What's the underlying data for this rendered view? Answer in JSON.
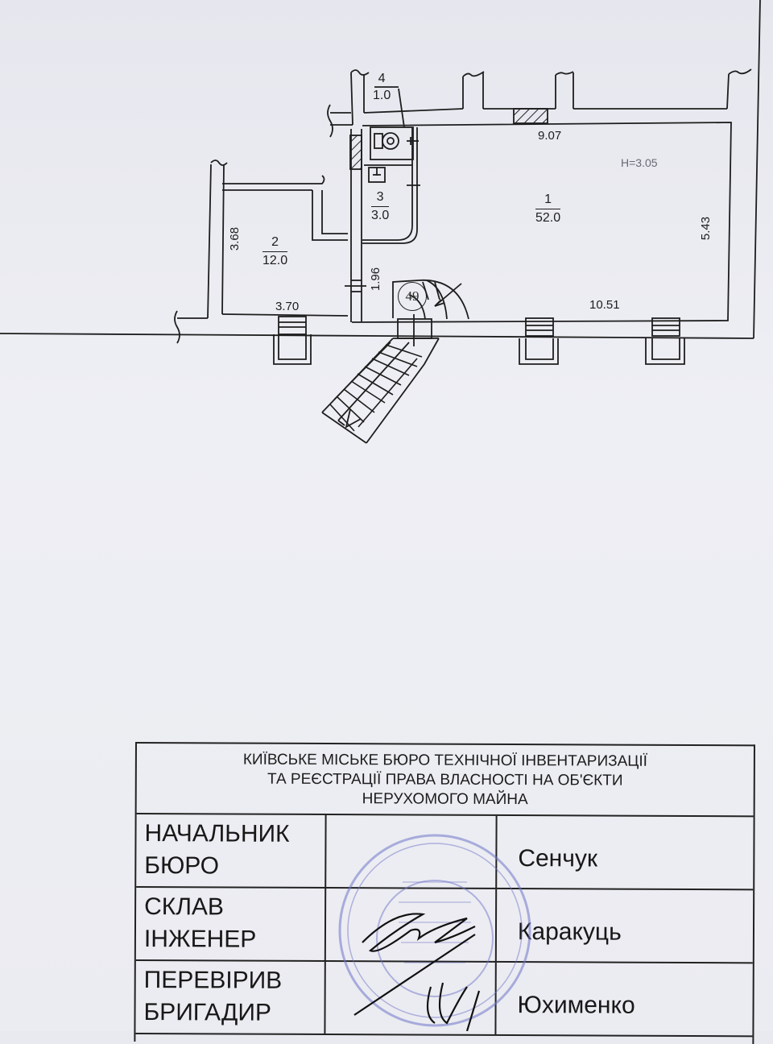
{
  "floor_plan": {
    "rooms": [
      {
        "number": "1",
        "area": "52.0"
      },
      {
        "number": "2",
        "area": "12.0"
      },
      {
        "number": "3",
        "area": "3.0"
      },
      {
        "number": "4",
        "area": "1.0"
      }
    ],
    "dimensions": {
      "top_width": "9.07",
      "right_height": "5.43",
      "bottom_width_main": "10.51",
      "room2_height": "3.68",
      "room2_width": "3.70",
      "corridor_height": "1.96"
    },
    "ceiling_height": "H=3.05",
    "stair_mark": "49"
  },
  "title_block": {
    "organization_lines": [
      "КИЇВСЬКЕ МІСЬКЕ БЮРО ТЕХНІЧНОЇ ІНВЕНТАРИЗАЦІЇ",
      "ТА РЕЄСТРАЦІЇ ПРАВА ВЛАСНОСТІ НА ОБ'ЄКТИ",
      "НЕРУХОМОГО МАЙНА"
    ],
    "rows": [
      {
        "role_line1": "НАЧАЛЬНИК",
        "role_line2": "БЮРО",
        "name": "Сенчук"
      },
      {
        "role_line1": "СКЛАВ",
        "role_line2": "ІНЖЕНЕР",
        "name": "Каракуць"
      },
      {
        "role_line1": "ПЕРЕВІРИВ",
        "role_line2": "БРИГАДИР",
        "name": "Юхименко"
      }
    ],
    "stamp_color": "#6b6fc4"
  }
}
